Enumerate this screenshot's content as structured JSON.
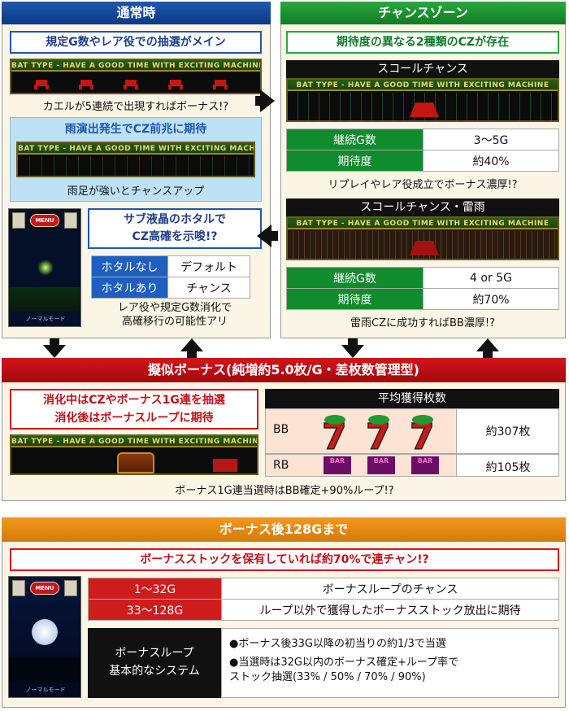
{
  "normal": {
    "title": "通常時",
    "box1": "規定G数やレア役での抽選がメイン",
    "caption1": "カエルが5連続で出現すればボーナス!?",
    "box2": "雨演出発生でCZ前兆に期待",
    "caption2": "雨足が強いとチャンスアップ",
    "sub_title": "サブ液晶のホタルで\nCZ高確を示唆!?",
    "hotaru_rows": [
      {
        "label": "ホタルなし",
        "value": "デフォルト"
      },
      {
        "label": "ホタルあり",
        "value": "チャンス"
      }
    ],
    "caption3": "レア役や規定G数消化で\n高確移行の可能性アリ",
    "phone_mode": "ノーマルモード"
  },
  "chance": {
    "title": "チャンスゾーン",
    "box1": "期待度の異なる2種類のCZが存在",
    "cz1_name": "スコールチャンス",
    "cz1_rows": [
      {
        "label": "継続G数",
        "value": "3〜5G"
      },
      {
        "label": "期待度",
        "value": "約40%"
      }
    ],
    "cz1_caption": "リプレイやレア役成立でボーナス濃厚!?",
    "cz2_name": "スコールチャンス・雷雨",
    "cz2_rows": [
      {
        "label": "継続G数",
        "value": "4 or 5G"
      },
      {
        "label": "期待度",
        "value": "約70%"
      }
    ],
    "cz2_caption": "雷雨CZに成功すればBB濃厚!?"
  },
  "lcd_banner": "BAT TYPE - HAVE A GOOD TIME WITH EXCITING MACHINE",
  "bonus": {
    "title": "擬似ボーナス(純増約5.0枚/G・差枚数管理型)",
    "box": "消化中はCZやボーナス1G連を抽選\n消化後はボーナスループに期待",
    "table_header": "平均獲得枚数",
    "rows": [
      {
        "label": "BB",
        "value": "約307枚"
      },
      {
        "label": "RB",
        "value": "約105枚"
      }
    ],
    "bar_text": "BAR",
    "caption": "ボーナス1G連当選時はBB確定+90%ループ!?"
  },
  "after": {
    "title": "ボーナス後128Gまで",
    "box": "ボーナスストックを保有していれば約70%で連チャン!?",
    "rows": [
      {
        "label": "1〜32G",
        "value": "ボーナスループのチャンス"
      },
      {
        "label": "33〜128G",
        "value": "ループ以外で獲得したボーナスストック放出に期待"
      }
    ],
    "system_label": "ボーナスループ\n基本的なシステム",
    "system_items": [
      "●ボーナス後33G以降の初当りの約1/3で当選",
      "●当選時は32G以内のボーナス確定+ループ率で\nストック抽選(33% / 50% / 70% / 90%)"
    ],
    "phone_mode": "ノーマルモード"
  },
  "menu_label": "MENU",
  "colors": {
    "blue": "#1e57b0",
    "green": "#27a93d",
    "red": "#d4151c",
    "orange": "#f19a1e"
  }
}
